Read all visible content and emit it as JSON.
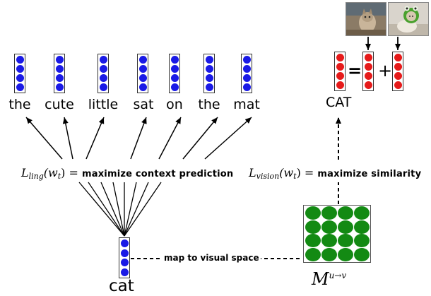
{
  "context_words": [
    "the",
    "cute",
    "little",
    "sat",
    "on",
    "the",
    "mat"
  ],
  "center_word": "cat",
  "concept_word": "CAT",
  "ling_loss": {
    "symbol": "L",
    "subscript": "ling",
    "arg": "(w",
    "arg_sub": "t",
    "arg_end": ") =",
    "text": "maximize context prediction"
  },
  "vision_loss": {
    "symbol": "L",
    "subscript": "vision",
    "arg": "(w",
    "arg_sub": "t",
    "arg_end": ") =",
    "text": "maximize similarity"
  },
  "map_label": "map to visual space",
  "matrix_label": {
    "base": "M",
    "sup": "u→v"
  },
  "equation": {
    "equals": "=",
    "plus": "+"
  },
  "colors": {
    "word_vec": "#1a1ae6",
    "visual_vec": "#e61a1a",
    "matrix": "#138a13"
  },
  "images": [
    "cat-photo",
    "cat-in-frog-hat-photo"
  ]
}
